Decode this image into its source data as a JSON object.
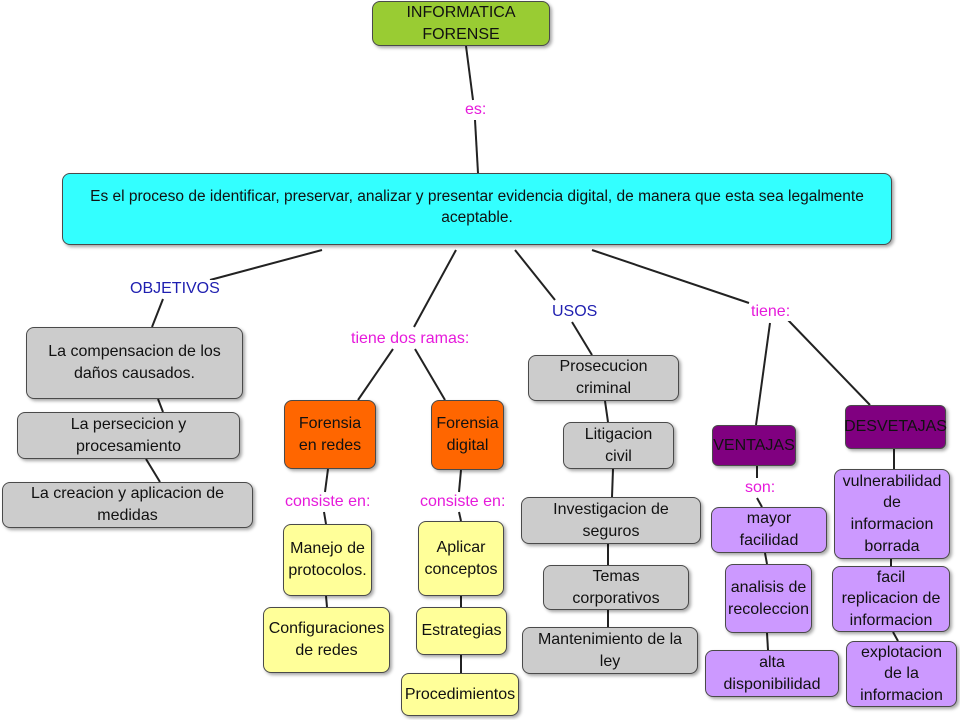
{
  "colors": {
    "edge": "#222222",
    "label_magenta": "#e61adb",
    "label_navy": "#1f1fb0",
    "root": "#99cc33",
    "definition": "#33ffff",
    "gray": "#cccccc",
    "orange": "#ff6600",
    "yellow": "#ffff99",
    "purple": "#800080",
    "lilac": "#cc99ff"
  },
  "root": {
    "text": "INFORMATICA FORENSE"
  },
  "definition": {
    "text": "Es el proceso de identificar, preservar, analizar y presentar evidencia digital, de manera que esta sea legalmente aceptable."
  },
  "links": {
    "es": "es:",
    "objetivos": "OBJETIVOS",
    "tiene_dos_ramas": "tiene dos ramas:",
    "usos": "USOS",
    "tiene": "tiene:",
    "consiste_redes": "consiste en:",
    "consiste_digital": "consiste en:",
    "son": "son:"
  },
  "objetivos": [
    "La compensacion de los daños causados.",
    "La persecicion y procesamiento",
    "La creacion y aplicacion de medidas"
  ],
  "ramas": {
    "redes": "Forensia en redes",
    "digital": "Forensia digital"
  },
  "redes_items": [
    "Manejo de protocolos.",
    "Configuraciones de redes"
  ],
  "digital_items": [
    "Aplicar conceptos",
    "Estrategias",
    "Procedimientos"
  ],
  "usos": [
    "Prosecucion criminal",
    "Litigacion civil",
    "Investigacion de seguros",
    "Temas corporativos",
    "Mantenimiento de la ley"
  ],
  "ventajas": {
    "title": "VENTAJAS",
    "items": [
      "mayor facilidad",
      "analisis de recoleccion",
      "alta disponibilidad"
    ]
  },
  "desventajas": {
    "title": "DESVETAJAS",
    "items": [
      "vulnerabilidad de informacion borrada",
      "facil replicacion de informacion",
      "explotacion de la informacion"
    ]
  }
}
